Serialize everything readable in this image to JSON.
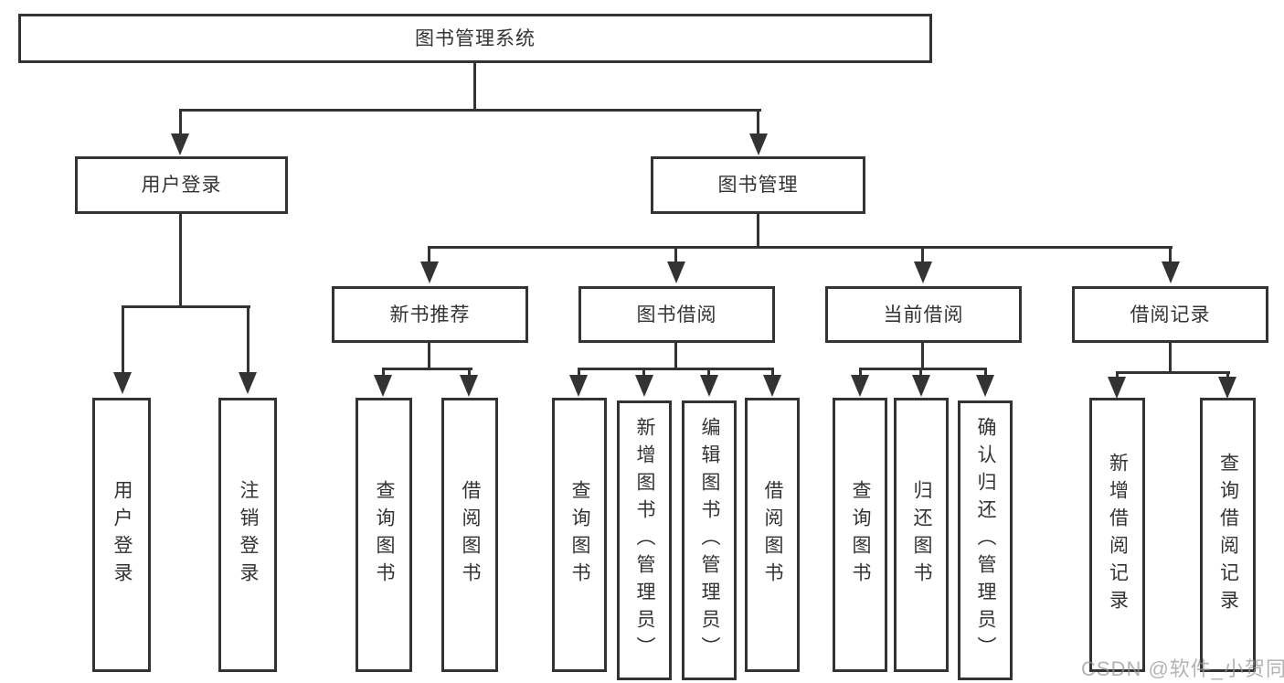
{
  "diagram": {
    "root": {
      "label": "图书管理系统"
    },
    "branches": {
      "user_login": {
        "label": "用户登录"
      },
      "book_management": {
        "label": "图书管理"
      },
      "new_book_rec": {
        "label": "新书推荐"
      },
      "book_borrow": {
        "label": "图书借阅"
      },
      "current_borrow": {
        "label": "当前借阅"
      },
      "borrow_record": {
        "label": "借阅记录"
      }
    },
    "leaves": {
      "login": {
        "label": "用户登录"
      },
      "logout": {
        "label": "注销登录"
      },
      "rec_query_book": {
        "label": "查询图书"
      },
      "rec_borrow_book": {
        "label": "借阅图书"
      },
      "bb_query_book": {
        "label": "查询图书"
      },
      "bb_add_book": {
        "label": "新增图书（管理员）"
      },
      "bb_edit_book": {
        "label": "编辑图书（管理员）"
      },
      "bb_borrow_book": {
        "label": "借阅图书"
      },
      "cb_query_book": {
        "label": "查询图书"
      },
      "cb_return_book": {
        "label": "归还图书"
      },
      "cb_confirm_return": {
        "label": "确认归还（管理员）"
      },
      "br_add_record": {
        "label": "新增借阅记录"
      },
      "br_query_record": {
        "label": "查询借阅记录"
      }
    }
  },
  "watermark": {
    "text": "CSDN @软件_小贺同学"
  },
  "colors": {
    "line": "#333333",
    "text": "#333333",
    "box_background": "#ffffff",
    "watermark": "#969696"
  }
}
